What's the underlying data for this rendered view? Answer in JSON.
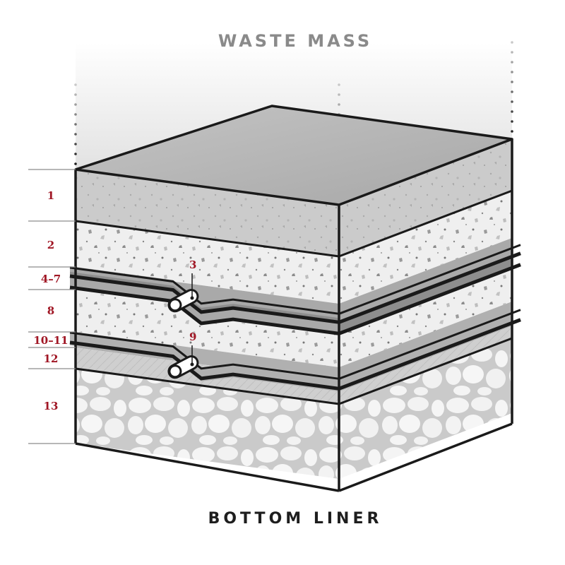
{
  "diagram": {
    "title_top": "WASTE MASS",
    "title_bottom": "BOTTOM LINER",
    "label_color": "#a01624",
    "layers": [
      {
        "id": "1",
        "label": "1",
        "material": "compacted soil / fine aggregate",
        "fill": "#c9c9c9"
      },
      {
        "id": "2",
        "label": "2",
        "material": "protective cover / speckled aggregate",
        "fill": "#efefef"
      },
      {
        "id": "4-7",
        "label": "4–7",
        "material": "primary liner (geomembrane / geotextile composite)",
        "fill": "#a9a9a9"
      },
      {
        "id": "8",
        "label": "8",
        "material": "leak detection drainage layer",
        "fill": "#f0f0f0"
      },
      {
        "id": "10-11",
        "label": "10–11",
        "material": "secondary liner (geomembrane)",
        "fill": "#b0b0b0"
      },
      {
        "id": "12",
        "label": "12",
        "material": "compacted clay",
        "fill": "#cfcfcf"
      },
      {
        "id": "13",
        "label": "13",
        "material": "gravel / cobble subbase",
        "fill": "#f3f3f3"
      }
    ],
    "callouts": [
      {
        "id": "3",
        "label": "3",
        "object": "leachate collection pipe"
      },
      {
        "id": "9",
        "label": "9",
        "object": "leak detection pipe"
      }
    ],
    "colors": {
      "outline": "#1a1a1a",
      "top_surface": "#b9b9b9",
      "guide_line": "#8c8c8c",
      "title_top": "#8a8a8a",
      "title_bottom": "#1e1e1e"
    }
  }
}
